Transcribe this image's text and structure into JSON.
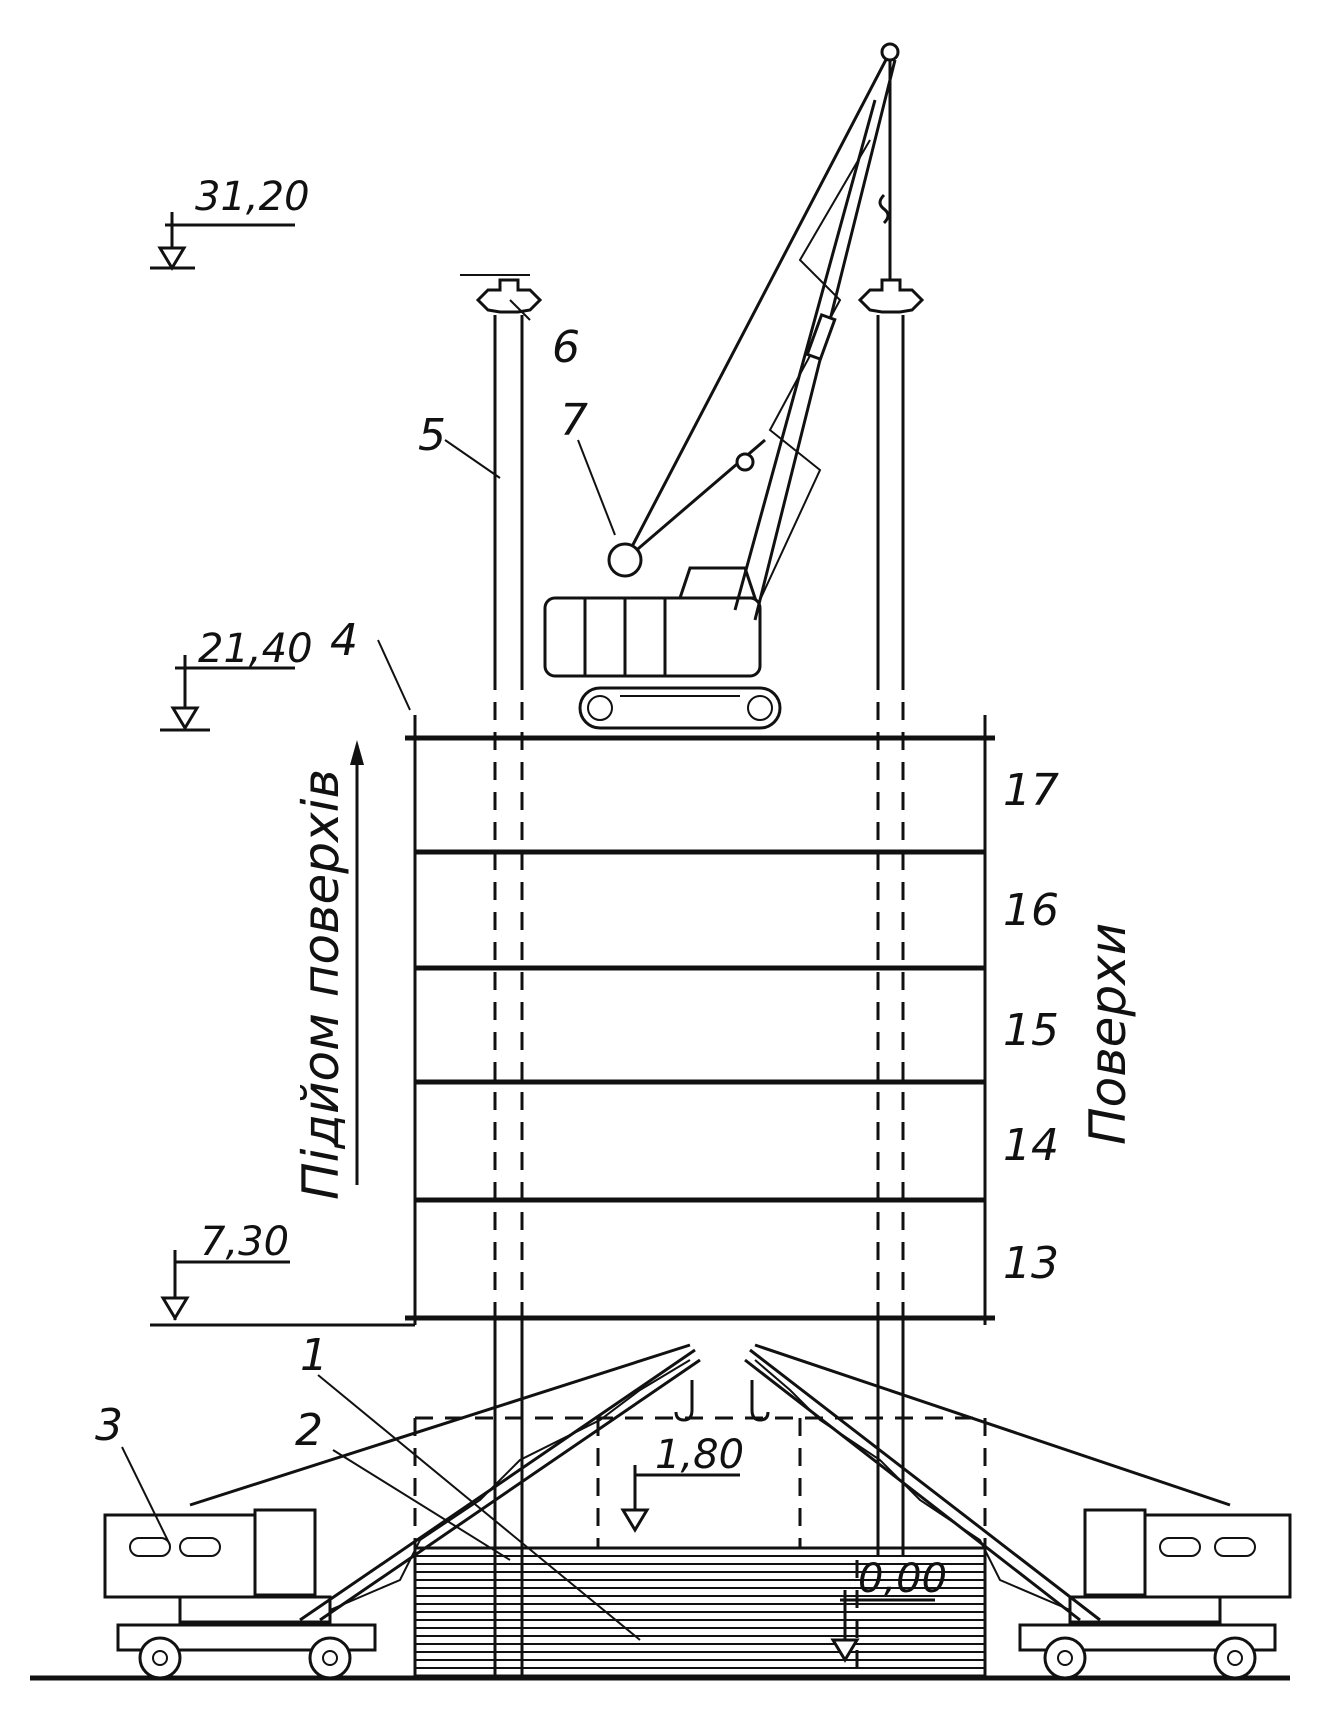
{
  "elevations": {
    "top": "31,20",
    "roof": "21,40",
    "bottom_slab": "7,30",
    "mid": "1,80",
    "ground": "0,00"
  },
  "callouts": {
    "c1": "1",
    "c2": "2",
    "c3": "3",
    "c4": "4",
    "c5": "5",
    "c6": "6",
    "c7": "7"
  },
  "floors": {
    "f17": "17",
    "f16": "16",
    "f15": "15",
    "f14": "14",
    "f13": "13"
  },
  "texts": {
    "lift_label": "Підйом поверхів",
    "floors_label": "Поверхи"
  }
}
